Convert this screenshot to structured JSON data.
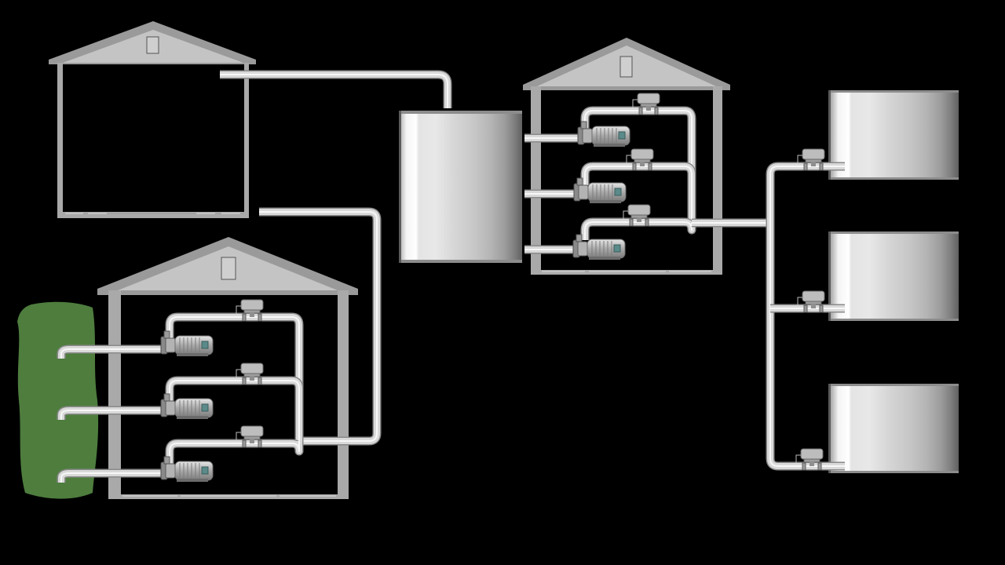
{
  "scene": {
    "background": "#000000",
    "pond_color": "#4e7d3e",
    "pipe_color": "#d9d9d9",
    "building_color": "#a9a9a9",
    "roof_color": "#9a9a9a",
    "tank_color": "#d0d0d0"
  },
  "components": {
    "buildings": [
      "building-storage",
      "building-intake-pumphouse",
      "building-booster-pumphouse"
    ],
    "pump_groups": [
      {
        "group": "intake",
        "pumps": 3,
        "valves": 3
      },
      {
        "group": "booster",
        "pumps": 3,
        "valves": 3
      }
    ],
    "tanks": [
      "main-tank",
      "tank-1",
      "tank-2",
      "tank-3"
    ],
    "outlet_valves": 3,
    "source": "pond"
  }
}
